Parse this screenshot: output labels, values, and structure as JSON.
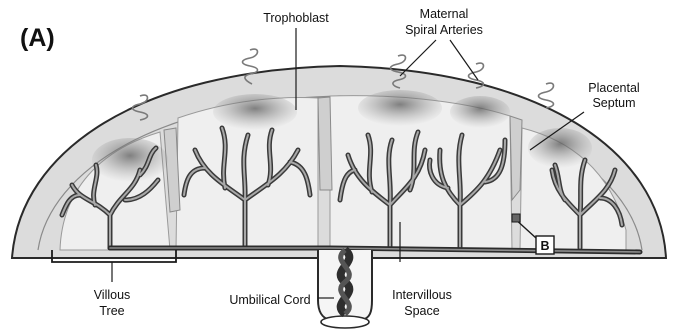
{
  "figure": {
    "panel_label": "(A)",
    "inset_label": "B"
  },
  "labels": {
    "trophoblast": "Trophoblast",
    "maternal_line1": "Maternal",
    "maternal_line2": "Spiral Arteries",
    "septum_line1": "Placental",
    "septum_line2": "Septum",
    "villous_line1": "Villous",
    "villous_line2": "Tree",
    "umbilical": "Umbilical Cord",
    "intervillous_line1": "Intervillous",
    "intervillous_line2": "Space"
  },
  "colors": {
    "outline": "#2a2a2a",
    "placenta_fill": "#dcdcdc",
    "space_fill": "#f0f0f0",
    "tree_dark": "#3a3a3a",
    "tree_light": "#9a9a9a",
    "shade": "#6c6c6c"
  }
}
